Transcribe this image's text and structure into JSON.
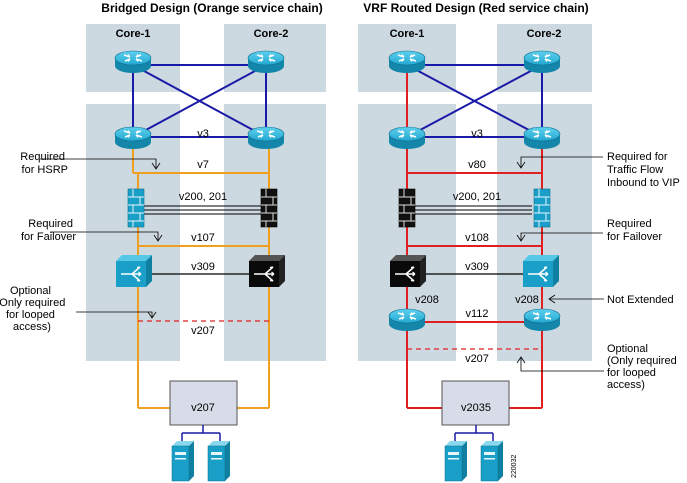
{
  "bridged": {
    "title": "Bridged Design (Orange service chain)",
    "core1": "Core-1",
    "core2": "Core-2",
    "vlan_v3": "v3",
    "vlan_v7": "v7",
    "vlan_v200": "v200, 201",
    "vlan_v107": "v107",
    "vlan_v309": "v309",
    "vlan_v207": "v207",
    "box_label": "v207",
    "note_hsrp": [
      "Required",
      "for HSRP"
    ],
    "note_failover": [
      "Required",
      "for Failover"
    ],
    "note_optional": [
      "Optional",
      "(Only required",
      "for looped",
      "access)"
    ],
    "chain_color": "#f0a020"
  },
  "vrf": {
    "title": "VRF Routed Design (Red service chain)",
    "core1": "Core-1",
    "core2": "Core-2",
    "vlan_v3": "v3",
    "vlan_v80": "v80",
    "vlan_v200": "v200, 201",
    "vlan_v108": "v108",
    "vlan_v309": "v309",
    "vlan_v208_left": "v208",
    "vlan_v208_right": "v208",
    "vlan_v112": "v112",
    "vlan_v207": "v207",
    "box_label": "v2035",
    "note_traffic": [
      "Required for",
      "Traffic Flow",
      "Inbound to VIP"
    ],
    "note_failover": [
      "Required",
      "for Failover"
    ],
    "note_not_extended": "Not Extended",
    "note_optional": [
      "Optional",
      "(Only required",
      "for looped",
      "access)"
    ],
    "chain_color": "#e02020"
  },
  "figure_number": "220032",
  "colors": {
    "panel": "#cdd9e0",
    "core_link": "#1a1aa8",
    "router": "#1aa0c8",
    "box": "#d8dce8"
  }
}
